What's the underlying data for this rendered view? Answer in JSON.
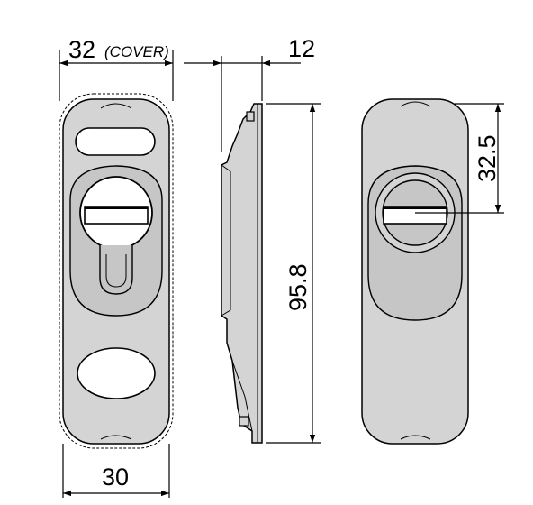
{
  "dimensions": {
    "cover_width": "32",
    "cover_note": "(COVER)",
    "base_width": "30",
    "depth": "12",
    "height": "95.8",
    "center_offset": "32.5"
  }
}
